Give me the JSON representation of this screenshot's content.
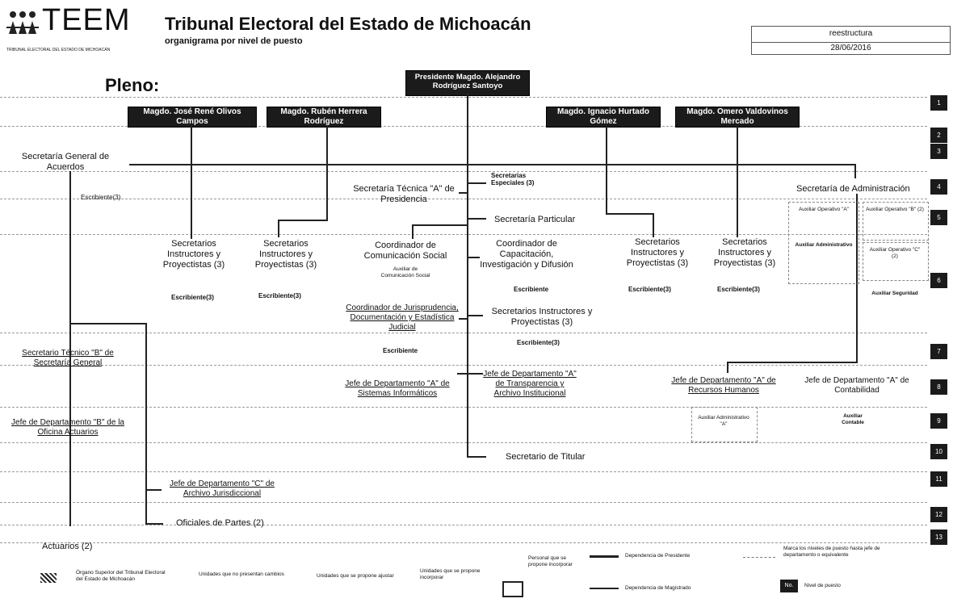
{
  "header": {
    "logo_text": "TEEM",
    "logo_caption": "TRIBUNAL ELECTORAL DEL ESTADO DE MICHOACÁN",
    "title": "Tribunal Electoral del Estado de Michoacán",
    "subtitle": "organigrama por nivel de puesto",
    "status_label": "reestructura",
    "date": "28/06/2016"
  },
  "pleno_label": "Pleno:",
  "presidente": "Presidente Magdo. Alejandro Rodríguez Santoyo",
  "magistrados": [
    "Magdo. José René Olivos Campos",
    "Magdo. Rubén Herrera Rodríguez",
    "Magdo. Ignacio Hurtado Gómez",
    "Magdo. Omero Valdovinos Mercado"
  ],
  "units": {
    "sga": "Secretaría General de Acuerdos",
    "sga_sub": "Escribiente(3)",
    "sta": "Secretaría Técnica \"A\" de Presidencia",
    "sec_esp": "Secretarias Especiales (3)",
    "sec_part": "Secretaría Particular",
    "sec_adm": "Secretaría de Administración",
    "aux_op_a": "Auxiliar Operativo \"A\"",
    "aux_op_b1": "Auxiliar Operativo \"B\" (2)",
    "aux_op_b2": "Auxiliar Operativo \"C\" (2)",
    "aux_adm": "Auxiliar Administrativo",
    "aux_seg": "Auxiliar Seguridad",
    "si1": "Secretarios Instructores y Proyectistas (3)",
    "si1_sub": "Escribiente(3)",
    "si2": "Secretarios Instructores y Proyectistas (3)",
    "si2_sub": "Escribiente(3)",
    "coord_cs": "Coordinador de Comunicación Social",
    "coord_cs_sub": "Auxiliar de Comunicación Social",
    "coord_cap": "Coordinador de Capacitación, Investigación y Difusión",
    "coord_cap_sub": "Escribiente",
    "si3": "Secretarios Instructores y Proyectistas (3)",
    "si3_sub": "Escribiente(3)",
    "si4": "Secretarios Instructores y Proyectistas (3)",
    "si4_sub": "Escribiente(3)",
    "coord_jur": "Coordinador de Jurisprudencia, Documentación y Estadística Judicial",
    "coord_jur_sub": "Escribiente",
    "si5": "Secretarios Instructores y Proyectistas (3)",
    "si5_sub": "Escribiente(3)",
    "stb": "Secretario Técnico \"B\" de Secretaría General",
    "jefe_act": "Jefe de Departamento \"B\" de la Oficina Actuarios",
    "jefe_si": "Jefe de Departamento \"A\" de Sistemas Informáticos",
    "jefe_trans": "Jefe de Departamento \"A\" de Transparencia y Archivo Institucional",
    "jefe_rh": "Jefe de Departamento \"A\" de Recursos Humanos",
    "jefe_cont": "Jefe de Departamento \"A\" de Contabilidad",
    "aux_adm_a": "Auxiliar Administrativo \"A\"",
    "aux_cont": "Auxiliar Contable",
    "sec_titular": "Secretario de Titular",
    "jefe_archivo": "Jefe de Departamento \"C\" de Archivo Jurisdiccional",
    "oficiales": "Oficiales de Partes (2)",
    "actuarios": "Actuarios (2)"
  },
  "levels": [
    "1",
    "2",
    "3",
    "4",
    "5",
    "6",
    "7",
    "8",
    "9",
    "10",
    "11",
    "12",
    "13"
  ],
  "legend": {
    "organo": "Órgano Superior del Tribunal Electoral del Estado de Michoacán",
    "sin_cambios": "Unidades que no presentan cambios",
    "ajustar": "Unidades que se propone ajustar",
    "incorporar": "Unidades que se propone incorporar",
    "personal": "Personal que se propone incorporar",
    "dep_presidente": "Dependencia de Presidente",
    "dep_magistrado": "Dependencia de Magistrado",
    "marca": "Marca los niveles de puesto hasta jefe de departamento o equivalente",
    "nivel_badge": "No.",
    "nivel": "Nivel de puesto"
  },
  "colors": {
    "box_fill": "#1b1b1b",
    "line": "#222222",
    "dashed": "#9a9a9a"
  }
}
